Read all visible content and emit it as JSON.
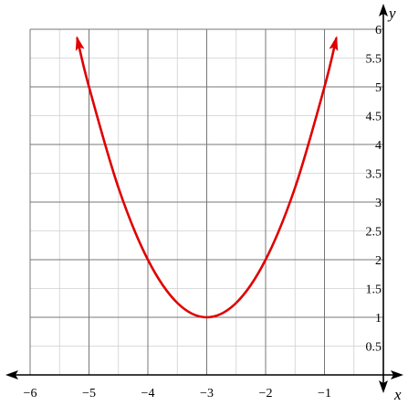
{
  "chart_data": {
    "type": "line",
    "title": "",
    "xlabel": "x",
    "ylabel": "y",
    "xlim": [
      -6,
      0
    ],
    "ylim": [
      0,
      6
    ],
    "grid": true,
    "x_ticks": [
      -6,
      -5,
      -4,
      -3,
      -2,
      -1
    ],
    "x_tick_labels": [
      "−6",
      "−5",
      "−4",
      "−3",
      "−2",
      "−1"
    ],
    "y_ticks": [
      0.5,
      1,
      1.5,
      2,
      2.5,
      3,
      3.5,
      4,
      4.5,
      5,
      5.5,
      6
    ],
    "y_tick_labels": [
      "0.5",
      "1",
      "1.5",
      "2",
      "2.5",
      "3",
      "3.5",
      "4",
      "4.5",
      "5",
      "5.5",
      "6"
    ],
    "series": [
      {
        "color": "#e00000",
        "arrow_ends": true,
        "x": [
          -5.2,
          -5,
          -4.5,
          -4,
          -3.5,
          -3,
          -2.5,
          -2,
          -1.5,
          -1,
          -0.8
        ],
        "y": [
          5.84,
          5,
          3.25,
          2,
          1.25,
          1,
          1.25,
          2,
          3.25,
          5,
          5.84
        ]
      }
    ]
  }
}
